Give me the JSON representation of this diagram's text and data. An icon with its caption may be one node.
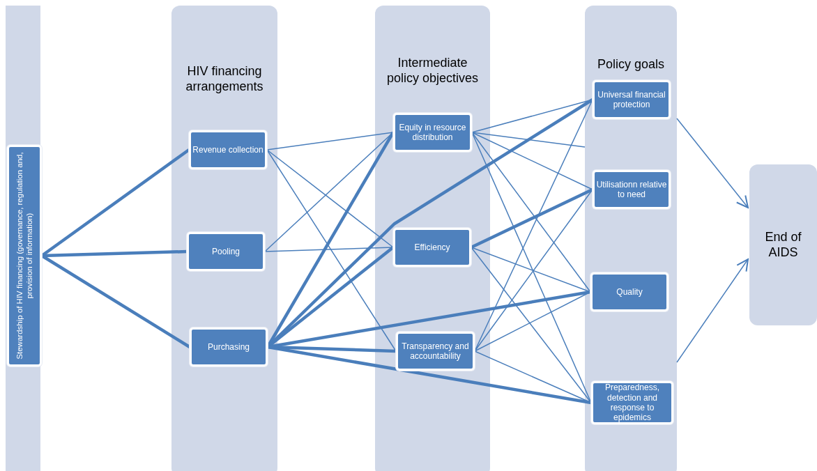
{
  "diagram": {
    "nodes": [
      {
        "text": [],
        "shape": "bar"
      },
      {
        "text": [
          "Stewardship of HIV financing (governance, regulation and, provision of information)"
        ],
        "in": 0
      },
      {
        "text": [
          "HIV financing arrangements"
        ]
      },
      {
        "text": [
          "Revenue collection"
        ],
        "in": 2
      },
      {
        "text": [
          "Pooling"
        ],
        "in": 2
      },
      {
        "text": [
          "Purchasing"
        ],
        "in": 2
      },
      {
        "text": [
          "Intermediate policy objectives"
        ]
      },
      {
        "text": [
          "Equity in resource distribution"
        ],
        "in": 6
      },
      {
        "text": [
          "Efficiency"
        ],
        "in": 6
      },
      {
        "text": [
          "Transparency and accountability"
        ],
        "in": 6
      },
      {
        "text": [
          "Policy goals"
        ]
      },
      {
        "text": [
          "Universal financial protection"
        ],
        "in": 10
      },
      {
        "text": [
          "Utilisationn relative to need"
        ],
        "in": 10
      },
      {
        "text": [
          "Quality"
        ],
        "in": 10
      },
      {
        "text": [
          "Preparedness, detection and response to epidemics"
        ],
        "in": 10
      },
      {
        "text": [
          "End of AIDS"
        ]
      }
    ],
    "edges": [
      {
        "from": 1,
        "to": 3,
        "arrow": "none",
        "style": "thick"
      },
      {
        "from": 1,
        "to": 4,
        "arrow": "none",
        "style": "thick"
      },
      {
        "from": 1,
        "to": 5,
        "arrow": "none",
        "style": "thick"
      },
      {
        "from": 3,
        "to": 7,
        "arrow": "none"
      },
      {
        "from": 3,
        "to": 8,
        "arrow": "none"
      },
      {
        "from": 3,
        "to": 9,
        "arrow": "none"
      },
      {
        "from": 4,
        "to": 7,
        "arrow": "none"
      },
      {
        "from": 4,
        "to": 8,
        "arrow": "none"
      },
      {
        "from": 5,
        "to": 7,
        "arrow": "none",
        "style": "thick"
      },
      {
        "from": 5,
        "to": 8,
        "arrow": "none",
        "style": "thick"
      },
      {
        "from": 5,
        "to": 11,
        "arrow": "none",
        "style": "thick"
      },
      {
        "from": 5,
        "to": 13,
        "arrow": "none",
        "style": "thick"
      },
      {
        "from": 5,
        "to": 9,
        "arrow": "none",
        "style": "thick"
      },
      {
        "from": 5,
        "to": 14,
        "arrow": "none",
        "style": "thick"
      },
      {
        "from": 7,
        "to": 11,
        "arrow": "none"
      },
      {
        "from": 7,
        "to": 10,
        "arrow": "none"
      },
      {
        "from": 7,
        "to": 12,
        "arrow": "none"
      },
      {
        "from": 7,
        "to": 13,
        "arrow": "none"
      },
      {
        "from": 7,
        "to": 14,
        "arrow": "none"
      },
      {
        "from": 8,
        "to": 12,
        "arrow": "none",
        "style": "thick"
      },
      {
        "from": 8,
        "to": 13,
        "arrow": "none"
      },
      {
        "from": 8,
        "to": 14,
        "arrow": "none"
      },
      {
        "from": 9,
        "to": 11,
        "arrow": "none"
      },
      {
        "from": 9,
        "to": 12,
        "arrow": "none"
      },
      {
        "from": 9,
        "to": 13,
        "arrow": "none"
      },
      {
        "from": 9,
        "to": 14,
        "arrow": "none"
      },
      {
        "from": 10,
        "to": 15,
        "arrow": "to"
      },
      {
        "from": 10,
        "to": 15,
        "arrow": "to"
      }
    ]
  }
}
